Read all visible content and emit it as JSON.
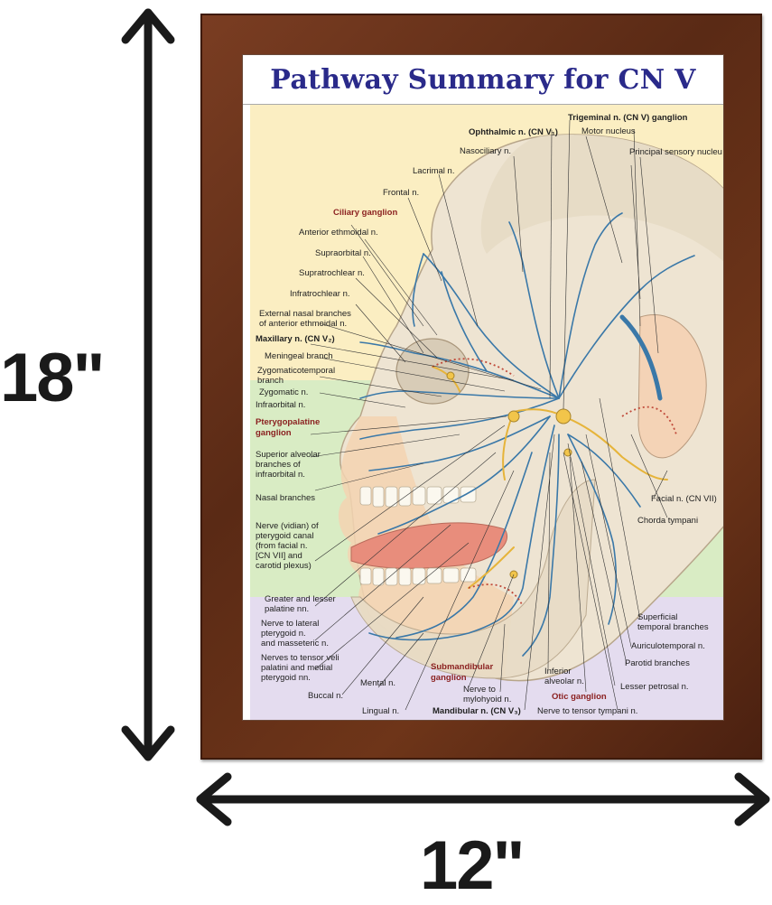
{
  "dimensions": {
    "height_label": "18\"",
    "width_label": "12\""
  },
  "poster": {
    "title": "Pathway Summary for CN V",
    "labels": {
      "trigeminal_ganglion": "Trigeminal n. (CN V) ganglion",
      "ophthalmic": "Ophthalmic n. (CN V₁)",
      "motor_nucleus": "Motor nucleus",
      "principal_sensory": "Principal sensory nucleu",
      "nasociliary": "Nasociliary n.",
      "lacrimal": "Lacrimal n.",
      "frontal": "Frontal n.",
      "ciliary_ganglion": "Ciliary ganglion",
      "anterior_ethmoidal": "Anterior ethmoidal n.",
      "supraorbital": "Supraorbital n.",
      "supratrochlear": "Supratrochlear n.",
      "infratrochlear": "Infratrochlear n.",
      "external_nasal_1": "External nasal branches",
      "external_nasal_2": "of anterior ethmoidal n.",
      "maxillary": "Maxillary n. (CN V₂)",
      "meningeal": "Meningeal branch",
      "zygomaticotemporal_1": "Zygomaticotemporal",
      "zygomaticotemporal_2": "branch",
      "zygomatic": "Zygomatic n.",
      "infraorbital": "Infraorbital n.",
      "pterygopalatine_1": "Pterygopalatine",
      "pterygopalatine_2": "ganglion",
      "superior_alveolar_1": "Superior alveolar",
      "superior_alveolar_2": "branches of",
      "superior_alveolar_3": "infraorbital n.",
      "nasal_branches": "Nasal branches",
      "vidian_1": "Nerve (vidian) of",
      "vidian_2": "pterygoid canal",
      "vidian_3": "(from facial n.",
      "vidian_4": "[CN VII] and",
      "vidian_5": "carotid plexus)",
      "palatine_1": "Greater and lesser",
      "palatine_2": "palatine nn.",
      "lateral_pterygoid_1": "Nerve to lateral",
      "lateral_pterygoid_2": "pterygoid n.",
      "lateral_pterygoid_3": "and masseteric n.",
      "tensor_veli_1": "Nerves to tensor veli",
      "tensor_veli_2": "palatini and medial",
      "tensor_veli_3": "pterygoid nn.",
      "buccal": "Buccal n.",
      "mental": "Mental n.",
      "lingual": "Lingual n.",
      "submandibular_1": "Submandibular",
      "submandibular_2": "ganglion",
      "mylohyoid_1": "Nerve to",
      "mylohyoid_2": "mylohyoid n.",
      "mandibular": "Mandibular n. (CN V₃)",
      "inferior_alveolar_1": "Inferior",
      "inferior_alveolar_2": "alveolar n.",
      "otic_ganglion": "Otic ganglion",
      "tensor_tympani": "Nerve to tensor tympani n.",
      "lesser_petrosal": "Lesser petrosal n.",
      "parotid": "Parotid branches",
      "auriculotemporal": "Auriculotemporal n.",
      "superficial_temporal_1": "Superficial",
      "superficial_temporal_2": "temporal branches",
      "facial": "Facial n. (CN VII)",
      "chorda_tympani": "Chorda tympani"
    }
  },
  "colors": {
    "frame": "#6a3219",
    "title": "#2a2a8a",
    "zone_ophthalmic": "#fbeec2",
    "zone_maxillary": "#d9ecc4",
    "zone_mandibular": "#e4dcef",
    "nerve_blue": "#3a78a8",
    "nerve_yellow": "#e6b43a"
  }
}
